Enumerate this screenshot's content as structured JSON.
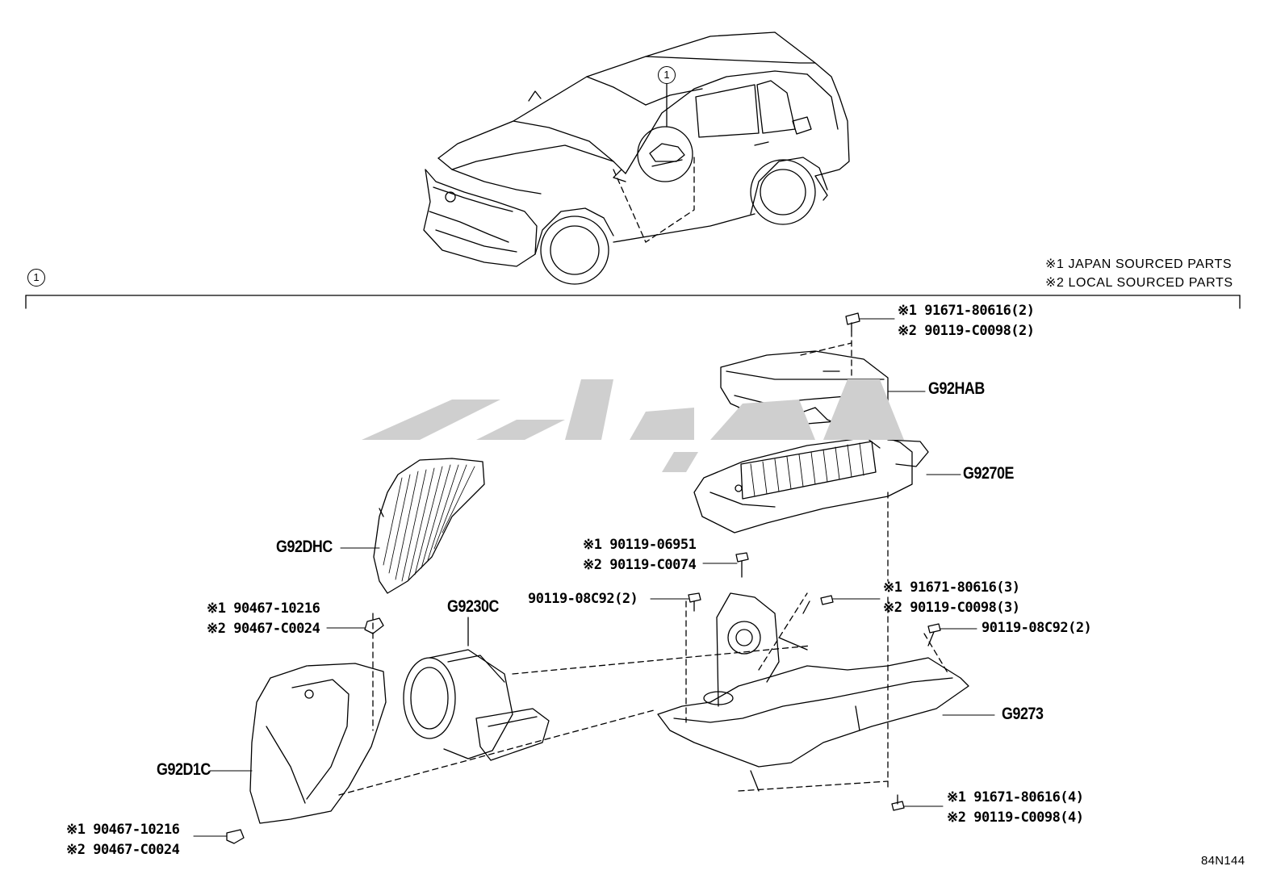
{
  "callout": {
    "number": "1"
  },
  "legend": {
    "japan": "※1 JAPAN SOURCED PARTS",
    "local": "※2 LOCAL SOURCED PARTS"
  },
  "parts": {
    "g92hab": "G92HAB",
    "g9270e": "G9270E",
    "g92dhc": "G92DHC",
    "g9230c": "G9230C",
    "g9273": "G9273",
    "g92d1c": "G92D1C"
  },
  "fasteners": {
    "top_bolt_1": "※1 91671-80616(2)",
    "top_bolt_2": "※2 90119-C0098(2)",
    "center_bolt_1": "※1  90119-06951",
    "center_bolt_2": "※2  90119-C0074",
    "left_bolt": "90119-08C92(2)",
    "right_bolt_1": "※1  91671-80616(3)",
    "right_bolt_2": "※2  90119-C0098(3)",
    "far_right_bolt": "90119-08C92(2)",
    "upper_clip_1": "※1 90467-10216",
    "upper_clip_2": "※2 90467-C0024",
    "bottom_bolt_1": "※1 91671-80616(4)",
    "bottom_bolt_2": "※2  90119-C0098(4)",
    "lower_clip_1": "※1  90467-10216",
    "lower_clip_2": "※2  90467-C0024"
  },
  "reference": "84N144",
  "colors": {
    "line": "#000000",
    "watermark": "#cfcfcf"
  }
}
